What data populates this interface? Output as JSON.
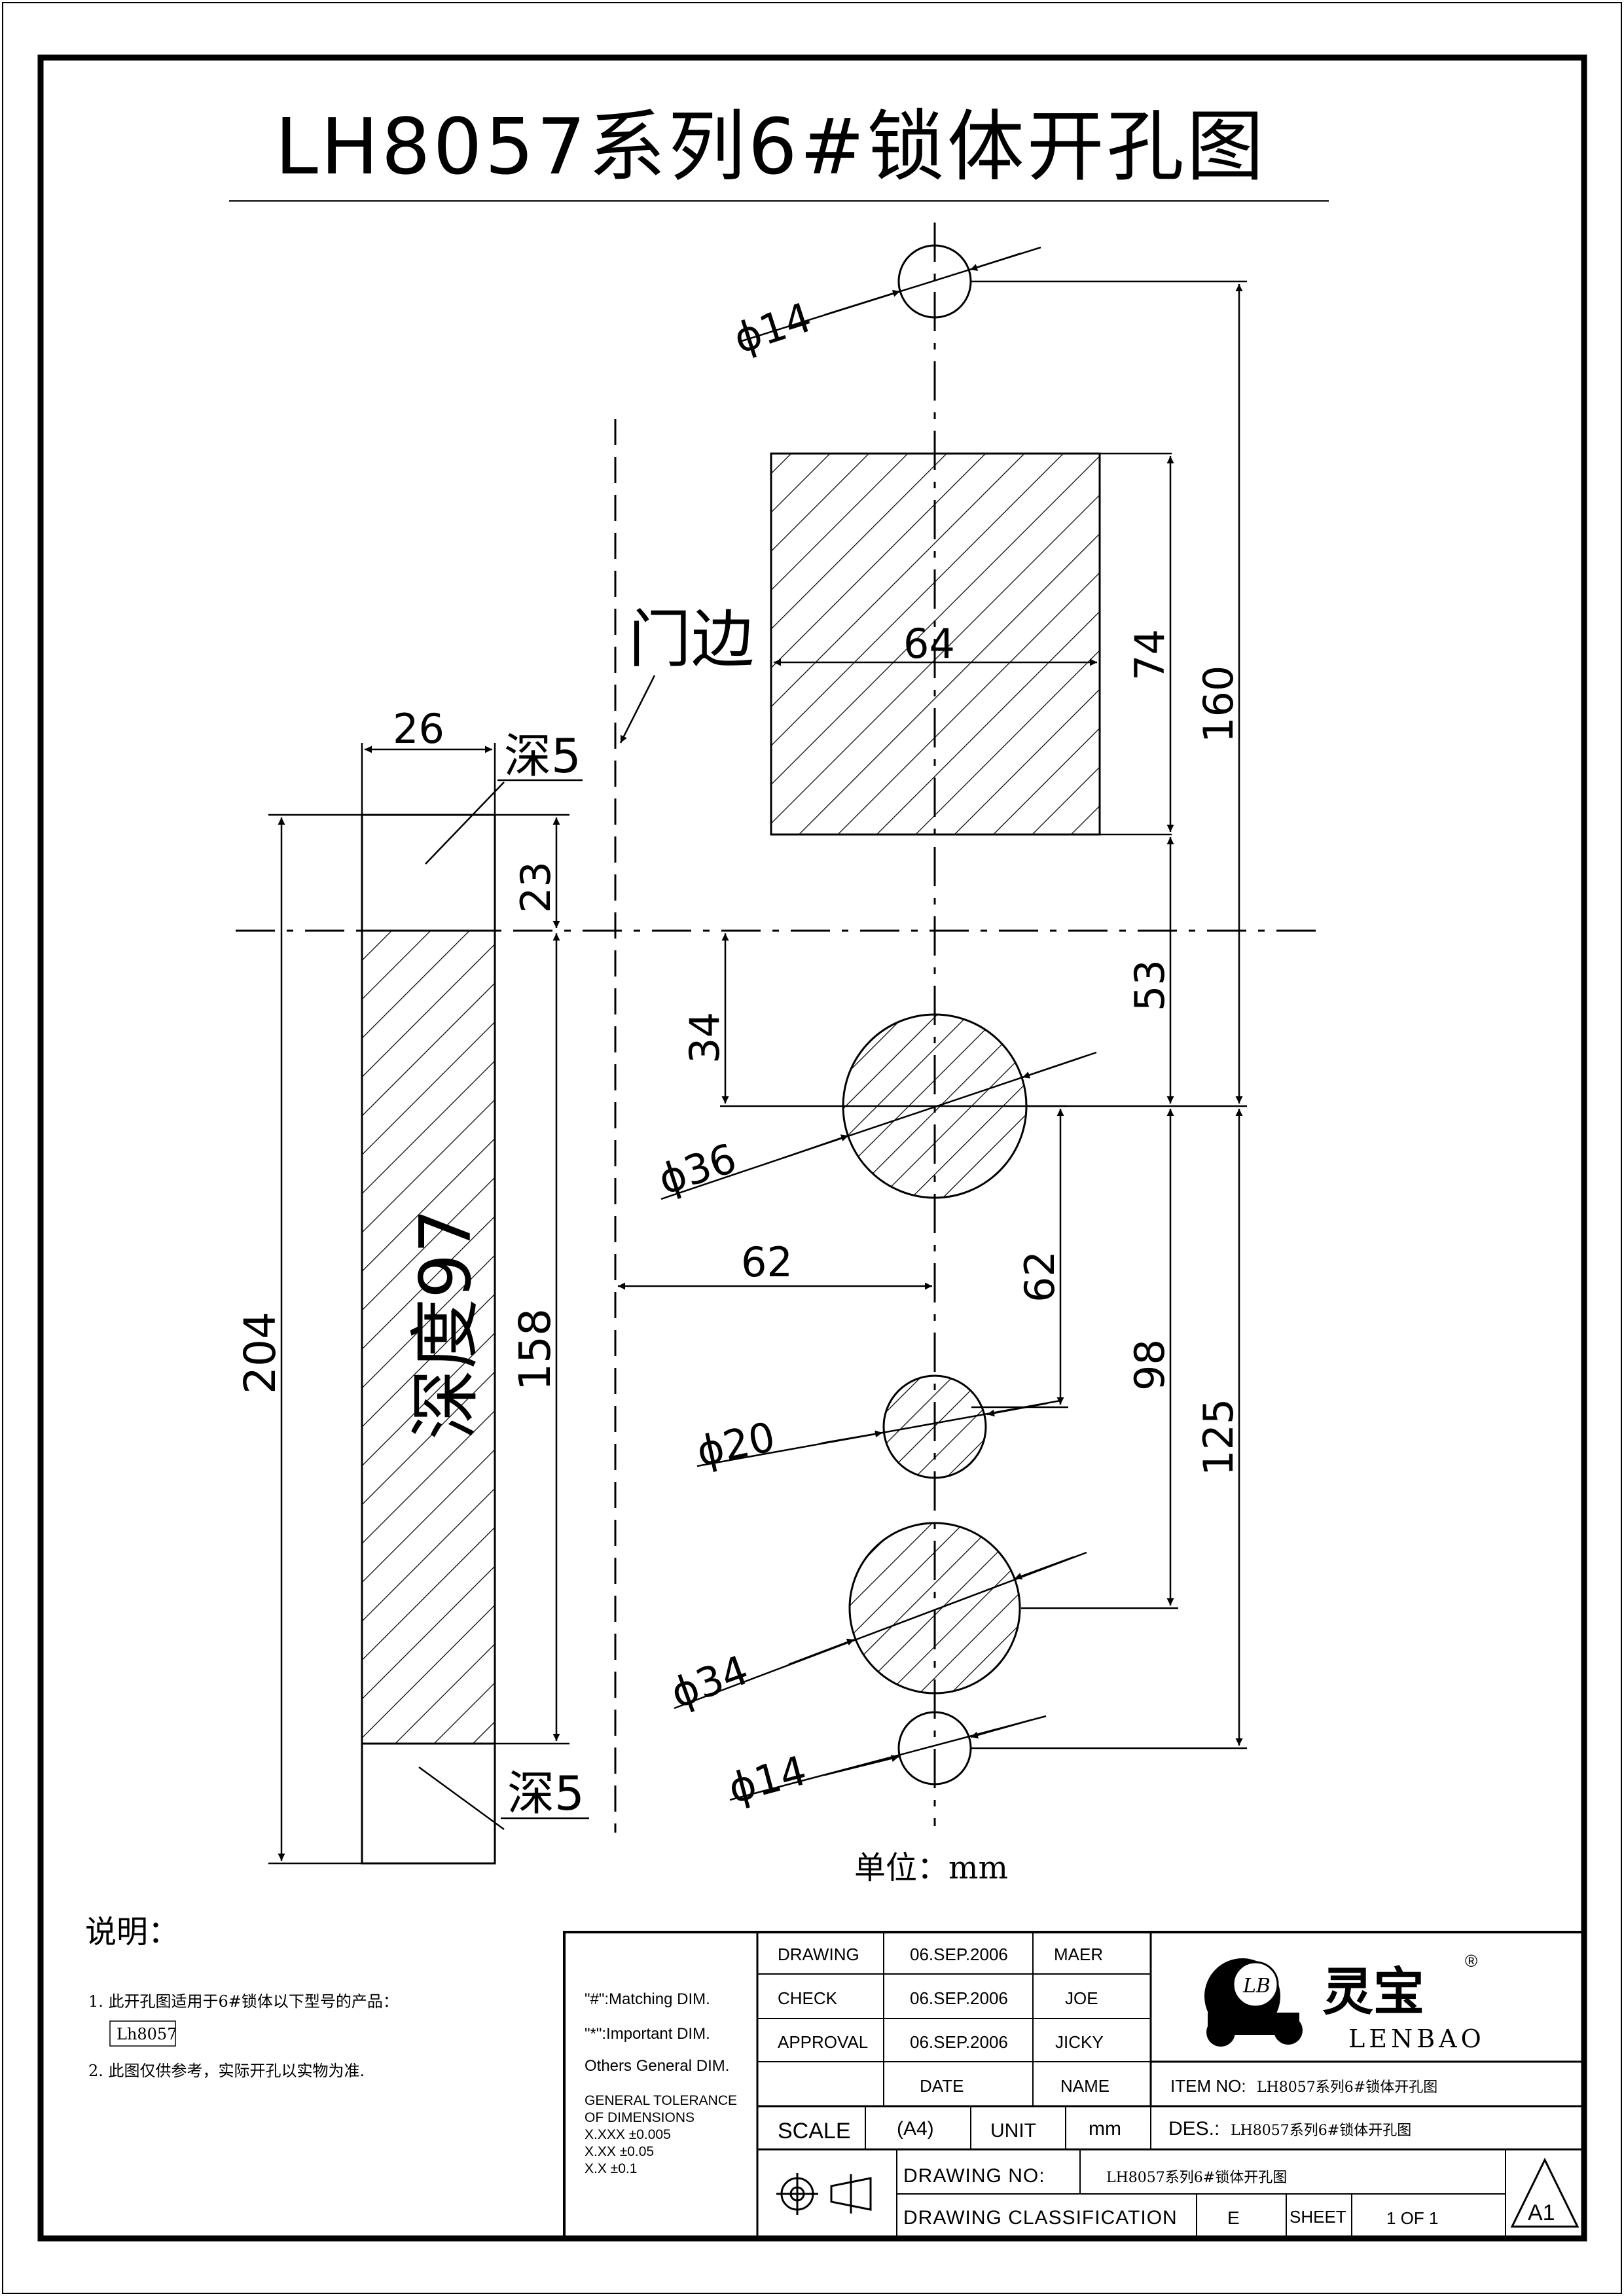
{
  "title": "LH8057系列6#锁体开孔图",
  "labels": {
    "door_edge": "门边",
    "depth_top": "深5",
    "depth_bottom": "深5",
    "depth_97": "深度97",
    "unit": "单位：mm"
  },
  "dimensions": {
    "d_top_14": "ϕ14",
    "d_36": "ϕ36",
    "d_20": "ϕ20",
    "d_34": "ϕ34",
    "d_bottom_14": "ϕ14",
    "w64": "64",
    "h74": "74",
    "h160": "160",
    "w26": "26",
    "h23": "23",
    "h204": "204",
    "h158": "158",
    "h34": "34",
    "h53": "53",
    "w62": "62",
    "h62": "62",
    "h98": "98",
    "h125": "125"
  },
  "notes": {
    "heading": "说明：",
    "item1": "1.  此开孔图适用于6#锁体以下型号的产品：",
    "model_box": "Lh8057",
    "item2": "2.  此图仅供参考，实际开孔以实物为准."
  },
  "title_block": {
    "matching": "\"#\":Matching  DIM.",
    "important": "\"*\":Important  DIM.",
    "others": "Others General  DIM.",
    "tolerance_title1": "GENERAL TOLERANCE",
    "tolerance_title2": "OF DIMENSIONS",
    "tol1": "X.XXX  ±0.005",
    "tol2": "X.XX    ±0.05",
    "tol3": "X.X      ±0.1",
    "rows": [
      {
        "label": "DRAWING",
        "date": "06.SEP.2006",
        "name": "MAER"
      },
      {
        "label": "CHECK",
        "date": "06.SEP.2006",
        "name": "JOE"
      },
      {
        "label": "APPROVAL",
        "date": "06.SEP.2006",
        "name": "JICKY"
      }
    ],
    "date_header": "DATE",
    "name_header": "NAME",
    "scale_label": "SCALE",
    "scale_value": "(A4)",
    "unit_label": "UNIT",
    "unit_value": "mm",
    "item_no_label": "ITEM NO:",
    "item_no_value": "LH8057系列6#锁体开孔图",
    "des_label": "DES.:",
    "des_value": "LH8057系列6#锁体开孔图",
    "drawing_no_label": "DRAWING NO:",
    "drawing_no_value": "LH8057系列6#锁体开孔图",
    "classification_label": "DRAWING CLASSIFICATION",
    "classification_value": "E",
    "sheet_label": "SHEET",
    "sheet_value": "1 OF 1",
    "size_mark": "A1",
    "brand_cn": "灵宝",
    "brand_en": "LENBAO",
    "logo_mark": "LB",
    "registered": "®"
  }
}
